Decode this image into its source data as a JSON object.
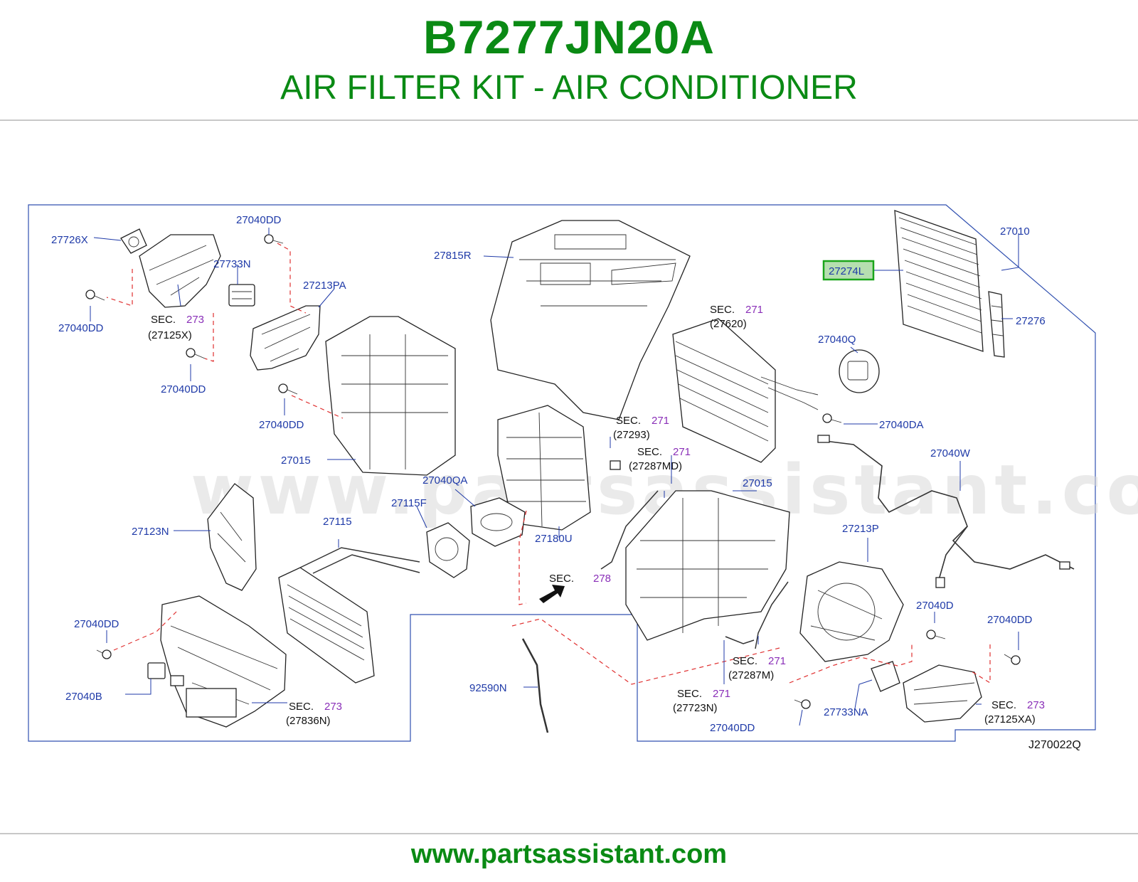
{
  "header": {
    "part_code": "B7277JN20A",
    "title": "AIR FILTER KIT - AIR CONDITIONER"
  },
  "footer": {
    "url": "www.partsassistant.com"
  },
  "watermark": "www.partsassistant.com",
  "diagram_ref": "J270022Q",
  "highlight_color": "#1aa51a",
  "brand_color": "#0a8a14",
  "labels": {
    "l27726X": "27726X",
    "l27040DD_a": "27040DD",
    "l27733N": "27733N",
    "l27213PA": "27213PA",
    "l27815R": "27815R",
    "l27010": "27010",
    "l27274L": "27274L",
    "l27276": "27276",
    "l27040DD_b": "27040DD",
    "l27040DD_c": "27040DD",
    "l27040DD_d": "27040DD",
    "l27040Q": "27040Q",
    "l27040DA": "27040DA",
    "l27040W": "27040W",
    "l27015_a": "27015",
    "l27015_b": "27015",
    "l27040QA": "27040QA",
    "l27115F": "27115F",
    "l27180U": "27180U",
    "l27123N": "27123N",
    "l27115": "27115",
    "l27213P": "27213P",
    "l27040D": "27040D",
    "l27040DD_e": "27040DD",
    "l27040DD_f": "27040DD",
    "l27040B": "27040B",
    "l92590N": "92590N",
    "l27733NA": "27733NA",
    "l27040DD_g": "27040DD"
  },
  "sections": {
    "s1": {
      "sec": "SEC.",
      "num": "273",
      "sub": "(27125X)"
    },
    "s2": {
      "sec": "SEC.",
      "num": "271",
      "sub": "(27620)"
    },
    "s3": {
      "sec": "SEC.",
      "num": "271",
      "sub": "(27293)"
    },
    "s4": {
      "sec": "SEC.",
      "num": "271",
      "sub": "(27287MD)"
    },
    "s5": {
      "sec": "SEC.",
      "num": "278"
    },
    "s6": {
      "sec": "SEC.",
      "num": "271",
      "sub": "(27287M)"
    },
    "s7": {
      "sec": "SEC.",
      "num": "271",
      "sub": "(27723N)"
    },
    "s8": {
      "sec": "SEC.",
      "num": "273",
      "sub": "(27836N)"
    },
    "s9": {
      "sec": "SEC.",
      "num": "273",
      "sub": "(27125XA)"
    }
  }
}
